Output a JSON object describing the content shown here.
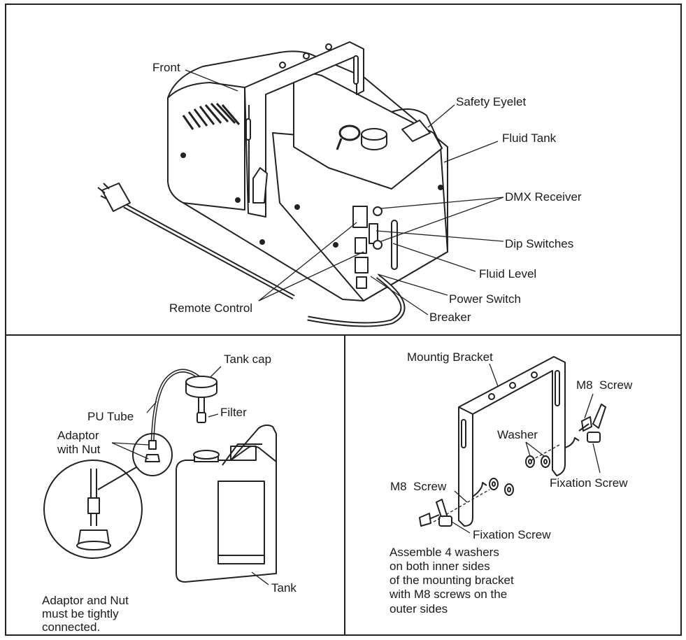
{
  "top_panel": {
    "labels": {
      "front": "Front",
      "safety_eyelet": "Safety Eyelet",
      "fluid_tank": "Fluid Tank",
      "dmx_receiver": "DMX Receiver",
      "dip_switches": "Dip Switches",
      "fluid_level": "Fluid Level",
      "power_switch": "Power Switch",
      "breaker": "Breaker",
      "remote_control": "Remote Control"
    }
  },
  "left_panel": {
    "labels": {
      "tank_cap": "Tank cap",
      "pu_tube": "PU Tube",
      "filter": "Filter",
      "adaptor_line1": "Adaptor",
      "adaptor_line2": "with Nut",
      "tank": "Tank"
    },
    "note": [
      "Adaptor and Nut",
      "must be tightly",
      "connected."
    ]
  },
  "right_panel": {
    "labels": {
      "mounting_bracket": "Mountig Bracket",
      "m8_screw_right": "M8  Screw",
      "washer": "Washer",
      "fixation_screw_right": "Fixation Screw",
      "m8_screw_left": "M8  Screw",
      "fixation_screw_left": "Fixation Screw"
    },
    "note": [
      "Assemble 4 washers",
      "on both inner sides",
      "of the mounting bracket",
      "with M8 screws on the",
      "outer sides"
    ]
  }
}
